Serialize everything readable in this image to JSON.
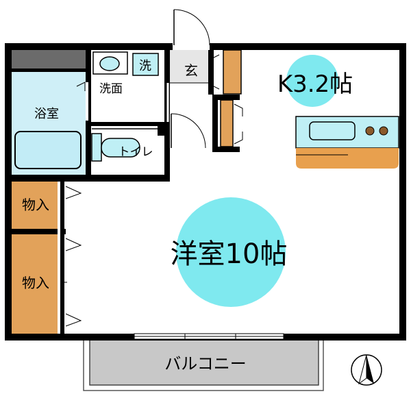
{
  "rooms": {
    "kitchen": "K3.2帖",
    "western_room": "洋室10帖",
    "entrance": "玄",
    "washroom": "洗面",
    "washer": "洗",
    "bath": "浴室",
    "toilet": "トイレ",
    "storage_upper": "物入",
    "storage_lower": "物入",
    "balcony": "バルコニー"
  },
  "colors": {
    "wall": "#000000",
    "room_circle": "#7fe9ef",
    "storage": "#e2a25a",
    "kitchen_counter": "#e8a04e",
    "sink": "#bfeff5",
    "bath_fill": "#cfeff7",
    "gray_panel": "#6b6b6b",
    "balcony_fill": "#c8c8c8"
  },
  "icons": {
    "north": "north-arrow-icon"
  }
}
